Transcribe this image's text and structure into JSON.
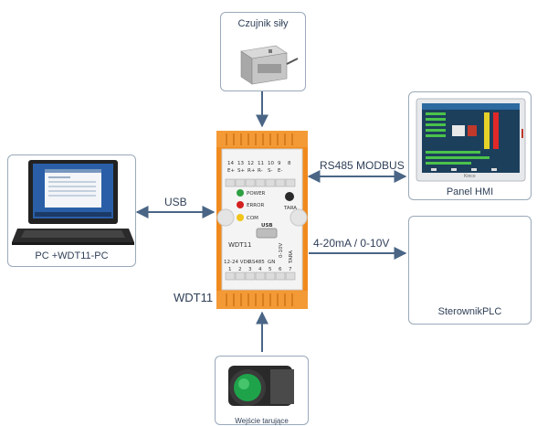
{
  "nodes": {
    "sensor": {
      "label": "Czujnik siły"
    },
    "hmi": {
      "label": "Panel HMI",
      "screen_brand": "Kinco"
    },
    "pc": {
      "label": "PC +WDT11-PC"
    },
    "plc": {
      "label": "SterownikPLC"
    },
    "input": {
      "label": "Wejście tarujące"
    },
    "device": {
      "name": "WDT11",
      "caption": "WDT11",
      "top_terminals_numbers": [
        "14",
        "13",
        "12",
        "11",
        "10",
        "9",
        "8"
      ],
      "top_terminals_labels": [
        "E+",
        "S+",
        "R+",
        "R-",
        "S-",
        "E-"
      ],
      "led_power": "POWER",
      "led_error": "ERROR",
      "led_com": "COM",
      "tara_label": "TARA",
      "usb_label": "USB",
      "bottom_label_left": "12-24 VDC",
      "bottom_label_mid": "RS485",
      "bottom_label_gn": "GN",
      "bottom_label_out": "0-10V",
      "bottom_label_tara": "TARA",
      "bottom_terminals_numbers": [
        "1",
        "2",
        "3",
        "4",
        "5",
        "6",
        "7"
      ]
    }
  },
  "edges": {
    "usb": "USB",
    "rs485": "RS485 MODBUS",
    "analog": "4-20mA / 0-10V"
  },
  "colors": {
    "border": "#9aa9ba",
    "arrow": "#4a6585",
    "text": "#2f3f57",
    "device_orange": "#f08a1e",
    "led_green": "#2ea043",
    "led_red": "#d32020",
    "led_yellow": "#f0c419"
  }
}
